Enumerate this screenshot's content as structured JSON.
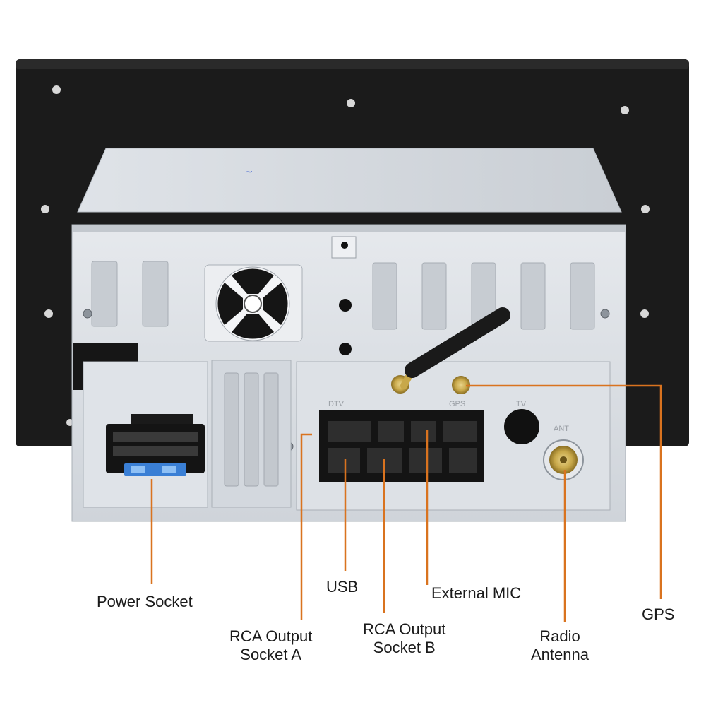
{
  "callouts": {
    "power": {
      "text": "Power Socket"
    },
    "rca_a": {
      "line1": "RCA Output",
      "line2": "Socket A"
    },
    "usb": {
      "text": "USB"
    },
    "rca_b": {
      "line1": "RCA Output",
      "line2": "Socket B"
    },
    "mic": {
      "text": "External MIC"
    },
    "radio": {
      "line1": "Radio",
      "line2": "Antenna"
    },
    "gps": {
      "text": "GPS"
    }
  },
  "unit_markings": {
    "dtv": "DTV",
    "gps": "GPS",
    "tv": "TV",
    "ant": "ANT"
  },
  "colors": {
    "leader_line": "#d9731f",
    "bezel": "#1b1b1b",
    "chassis": "#d9dde2",
    "connector": "#141414",
    "fuse": "#3a7fd5",
    "antenna_gold": "#c8a84a"
  }
}
